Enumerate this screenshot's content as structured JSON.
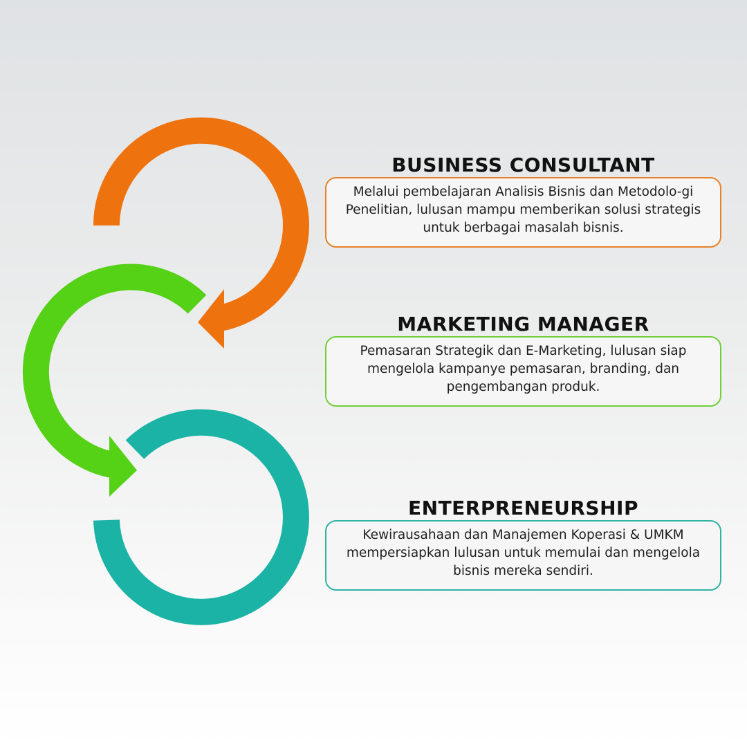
{
  "colors": {
    "orange": "#ee720e",
    "green": "#55d116",
    "teal": "#1bb3a5"
  },
  "roles": [
    {
      "title": "BUSINESS CONSULTANT",
      "description": "Melalui pembelajaran Analisis Bisnis dan Metodolo-gi Penelitian, lulusan mampu memberikan solusi strategis untuk berbagai masalah bisnis."
    },
    {
      "title": "MARKETING MANAGER",
      "description": "Pemasaran Strategik dan E-Marketing, lulusan siap mengelola kampanye pemasaran, branding, dan pengembangan produk."
    },
    {
      "title": "ENTERPRENEURSHIP",
      "description": "Kewirausahaan dan Manajemen Koperasi & UMKM mempersiapkan lulusan untuk memulai dan mengelola bisnis mereka sendiri."
    }
  ]
}
